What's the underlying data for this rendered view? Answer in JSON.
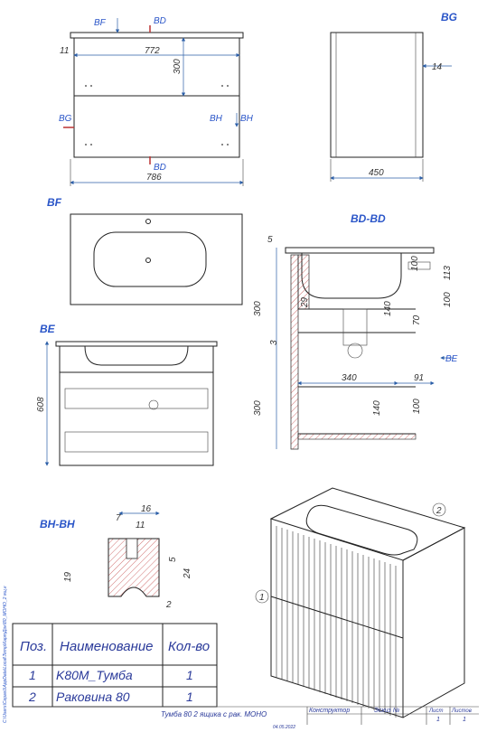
{
  "views": {
    "front": {
      "section_labels": [
        "BF",
        "BD",
        "BG",
        "BH",
        "BH",
        "BD"
      ],
      "dims": {
        "top_offset": "11",
        "inner_width": "772",
        "drawer_height": "300",
        "overall_width": "786"
      }
    },
    "side": {
      "label": "BG",
      "dims": {
        "back_offset": "14",
        "depth": "450"
      }
    },
    "top": {
      "label": "BF"
    },
    "section_bd": {
      "label": "BD-BD",
      "arrow_label": "BE",
      "dims": [
        "5",
        "100",
        "113",
        "100",
        "300",
        "29",
        "140",
        "70",
        "3",
        "340",
        "91",
        "300",
        "140",
        "100"
      ]
    },
    "section_be": {
      "label": "BE",
      "dims": {
        "height": "608"
      }
    },
    "detail_bh": {
      "label": "BH-BH",
      "dims": [
        "16",
        "7",
        "11",
        "5",
        "19",
        "24",
        "2"
      ]
    },
    "isometric": {
      "callouts": [
        "1",
        "2"
      ]
    }
  },
  "table": {
    "headers": [
      "Поз.",
      "Наименование",
      "Кол-во"
    ],
    "rows": [
      {
        "pos": "1",
        "name": "K80M_Тумба",
        "qty": "1"
      },
      {
        "pos": "2",
        "name": "Раковина 80",
        "qty": "1"
      }
    ]
  },
  "title_block": {
    "title": "Тумба 80 2 ящика с рак. МОНО",
    "role": "Конструктор",
    "sketch_no": "Эскиз №",
    "sheet_label": "Лист",
    "sheets_label": "Листов",
    "sheet": "1",
    "sheets": "1",
    "date": "04.05.2022"
  },
  "side_note": "С:\\Users\\Сергей\\AppData\\Local\\Temp\\КартДок\\80_МОНО_2 ящ.к"
}
